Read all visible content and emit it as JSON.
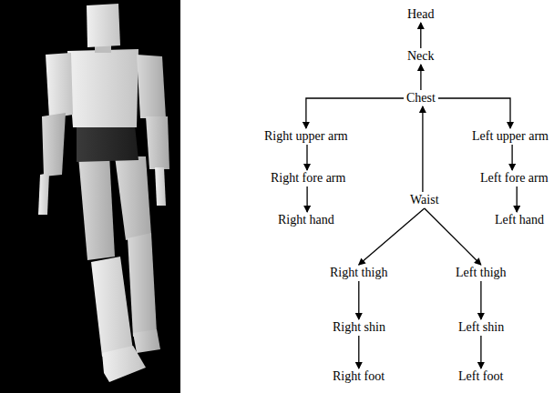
{
  "diagram": {
    "nodes": [
      {
        "text": [
          "Head"
        ]
      },
      {
        "text": [
          "Neck"
        ]
      },
      {
        "text": [
          "Chest"
        ]
      },
      {
        "text": [
          "Right upper arm"
        ]
      },
      {
        "text": [
          "Left upper arm"
        ]
      },
      {
        "text": [
          "Right fore arm"
        ]
      },
      {
        "text": [
          "Left fore arm"
        ]
      },
      {
        "text": [
          "Waist"
        ]
      },
      {
        "text": [
          "Right hand"
        ]
      },
      {
        "text": [
          "Left hand"
        ]
      },
      {
        "text": [
          "Right thigh"
        ]
      },
      {
        "text": [
          "Left thigh"
        ]
      },
      {
        "text": [
          "Right shin"
        ]
      },
      {
        "text": [
          "Left shin"
        ]
      },
      {
        "text": [
          "Right foot"
        ]
      },
      {
        "text": [
          "Left foot"
        ]
      }
    ],
    "edges": [
      {
        "from": 1,
        "to": 0,
        "arrow": "to"
      },
      {
        "from": 2,
        "to": 1,
        "arrow": "to"
      },
      {
        "from": 7,
        "to": 2,
        "arrow": "to"
      },
      {
        "from": 2,
        "to": 3,
        "arrow": "to"
      },
      {
        "from": 2,
        "to": 4,
        "arrow": "to"
      },
      {
        "from": 3,
        "to": 5,
        "arrow": "to"
      },
      {
        "from": 5,
        "to": 8,
        "arrow": "to"
      },
      {
        "from": 4,
        "to": 6,
        "arrow": "to"
      },
      {
        "from": 6,
        "to": 9,
        "arrow": "to"
      },
      {
        "from": 7,
        "to": 10,
        "arrow": "to"
      },
      {
        "from": 7,
        "to": 11,
        "arrow": "to"
      },
      {
        "from": 10,
        "to": 12,
        "arrow": "to"
      },
      {
        "from": 12,
        "to": 14,
        "arrow": "to"
      },
      {
        "from": 11,
        "to": 13,
        "arrow": "to"
      },
      {
        "from": 13,
        "to": 15,
        "arrow": "to"
      }
    ]
  }
}
